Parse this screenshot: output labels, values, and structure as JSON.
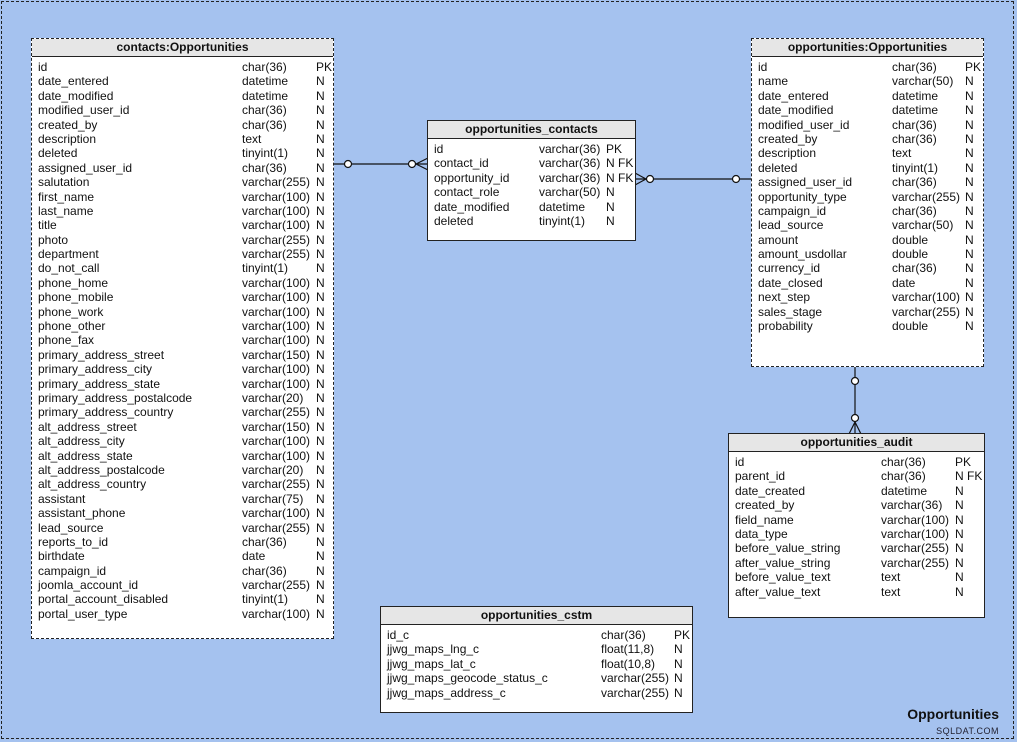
{
  "diagram_title": "Opportunities",
  "watermark": "SQLDAT.COM",
  "entities": {
    "contacts": {
      "title": "contacts:Opportunities",
      "rows": [
        [
          "id",
          "char(36)",
          "PK"
        ],
        [
          "date_entered",
          "datetime",
          "N"
        ],
        [
          "date_modified",
          "datetime",
          "N"
        ],
        [
          "modified_user_id",
          "char(36)",
          "N"
        ],
        [
          "created_by",
          "char(36)",
          "N"
        ],
        [
          "description",
          "text",
          "N"
        ],
        [
          "deleted",
          "tinyint(1)",
          "N"
        ],
        [
          "assigned_user_id",
          "char(36)",
          "N"
        ],
        [
          "salutation",
          "varchar(255)",
          "N"
        ],
        [
          "first_name",
          "varchar(100)",
          "N"
        ],
        [
          "last_name",
          "varchar(100)",
          "N"
        ],
        [
          "title",
          "varchar(100)",
          "N"
        ],
        [
          "photo",
          "varchar(255)",
          "N"
        ],
        [
          "department",
          "varchar(255)",
          "N"
        ],
        [
          "do_not_call",
          "tinyint(1)",
          "N"
        ],
        [
          "phone_home",
          "varchar(100)",
          "N"
        ],
        [
          "phone_mobile",
          "varchar(100)",
          "N"
        ],
        [
          "phone_work",
          "varchar(100)",
          "N"
        ],
        [
          "phone_other",
          "varchar(100)",
          "N"
        ],
        [
          "phone_fax",
          "varchar(100)",
          "N"
        ],
        [
          "primary_address_street",
          "varchar(150)",
          "N"
        ],
        [
          "primary_address_city",
          "varchar(100)",
          "N"
        ],
        [
          "primary_address_state",
          "varchar(100)",
          "N"
        ],
        [
          "primary_address_postalcode",
          "varchar(20)",
          "N"
        ],
        [
          "primary_address_country",
          "varchar(255)",
          "N"
        ],
        [
          "alt_address_street",
          "varchar(150)",
          "N"
        ],
        [
          "alt_address_city",
          "varchar(100)",
          "N"
        ],
        [
          "alt_address_state",
          "varchar(100)",
          "N"
        ],
        [
          "alt_address_postalcode",
          "varchar(20)",
          "N"
        ],
        [
          "alt_address_country",
          "varchar(255)",
          "N"
        ],
        [
          "assistant",
          "varchar(75)",
          "N"
        ],
        [
          "assistant_phone",
          "varchar(100)",
          "N"
        ],
        [
          "lead_source",
          "varchar(255)",
          "N"
        ],
        [
          "reports_to_id",
          "char(36)",
          "N"
        ],
        [
          "birthdate",
          "date",
          "N"
        ],
        [
          "campaign_id",
          "char(36)",
          "N"
        ],
        [
          "joomla_account_id",
          "varchar(255)",
          "N"
        ],
        [
          "portal_account_disabled",
          "tinyint(1)",
          "N"
        ],
        [
          "portal_user_type",
          "varchar(100)",
          "N"
        ]
      ]
    },
    "opportunities_contacts": {
      "title": "opportunities_contacts",
      "rows": [
        [
          "id",
          "varchar(36)",
          "PK"
        ],
        [
          "contact_id",
          "varchar(36)",
          "N FK"
        ],
        [
          "opportunity_id",
          "varchar(36)",
          "N FK"
        ],
        [
          "contact_role",
          "varchar(50)",
          "N"
        ],
        [
          "date_modified",
          "datetime",
          "N"
        ],
        [
          "deleted",
          "tinyint(1)",
          "N"
        ]
      ]
    },
    "opportunities": {
      "title": "opportunities:Opportunities",
      "rows": [
        [
          "id",
          "char(36)",
          "PK"
        ],
        [
          "name",
          "varchar(50)",
          "N"
        ],
        [
          "date_entered",
          "datetime",
          "N"
        ],
        [
          "date_modified",
          "datetime",
          "N"
        ],
        [
          "modified_user_id",
          "char(36)",
          "N"
        ],
        [
          "created_by",
          "char(36)",
          "N"
        ],
        [
          "description",
          "text",
          "N"
        ],
        [
          "deleted",
          "tinyint(1)",
          "N"
        ],
        [
          "assigned_user_id",
          "char(36)",
          "N"
        ],
        [
          "opportunity_type",
          "varchar(255)",
          "N"
        ],
        [
          "campaign_id",
          "char(36)",
          "N"
        ],
        [
          "lead_source",
          "varchar(50)",
          "N"
        ],
        [
          "amount",
          "double",
          "N"
        ],
        [
          "amount_usdollar",
          "double",
          "N"
        ],
        [
          "currency_id",
          "char(36)",
          "N"
        ],
        [
          "date_closed",
          "date",
          "N"
        ],
        [
          "next_step",
          "varchar(100)",
          "N"
        ],
        [
          "sales_stage",
          "varchar(255)",
          "N"
        ],
        [
          "probability",
          "double",
          "N"
        ]
      ]
    },
    "opportunities_audit": {
      "title": "opportunities_audit",
      "rows": [
        [
          "id",
          "char(36)",
          "PK"
        ],
        [
          "parent_id",
          "char(36)",
          "N FK"
        ],
        [
          "date_created",
          "datetime",
          "N"
        ],
        [
          "created_by",
          "varchar(36)",
          "N"
        ],
        [
          "field_name",
          "varchar(100)",
          "N"
        ],
        [
          "data_type",
          "varchar(100)",
          "N"
        ],
        [
          "before_value_string",
          "varchar(255)",
          "N"
        ],
        [
          "after_value_string",
          "varchar(255)",
          "N"
        ],
        [
          "before_value_text",
          "text",
          "N"
        ],
        [
          "after_value_text",
          "text",
          "N"
        ]
      ]
    },
    "opportunities_cstm": {
      "title": "opportunities_cstm",
      "rows": [
        [
          "id_c",
          "char(36)",
          "PK"
        ],
        [
          "jjwg_maps_lng_c",
          "float(11,8)",
          "N"
        ],
        [
          "jjwg_maps_lat_c",
          "float(10,8)",
          "N"
        ],
        [
          "jjwg_maps_geocode_status_c",
          "varchar(255)",
          "N"
        ],
        [
          "jjwg_maps_address_c",
          "varchar(255)",
          "N"
        ]
      ]
    }
  }
}
